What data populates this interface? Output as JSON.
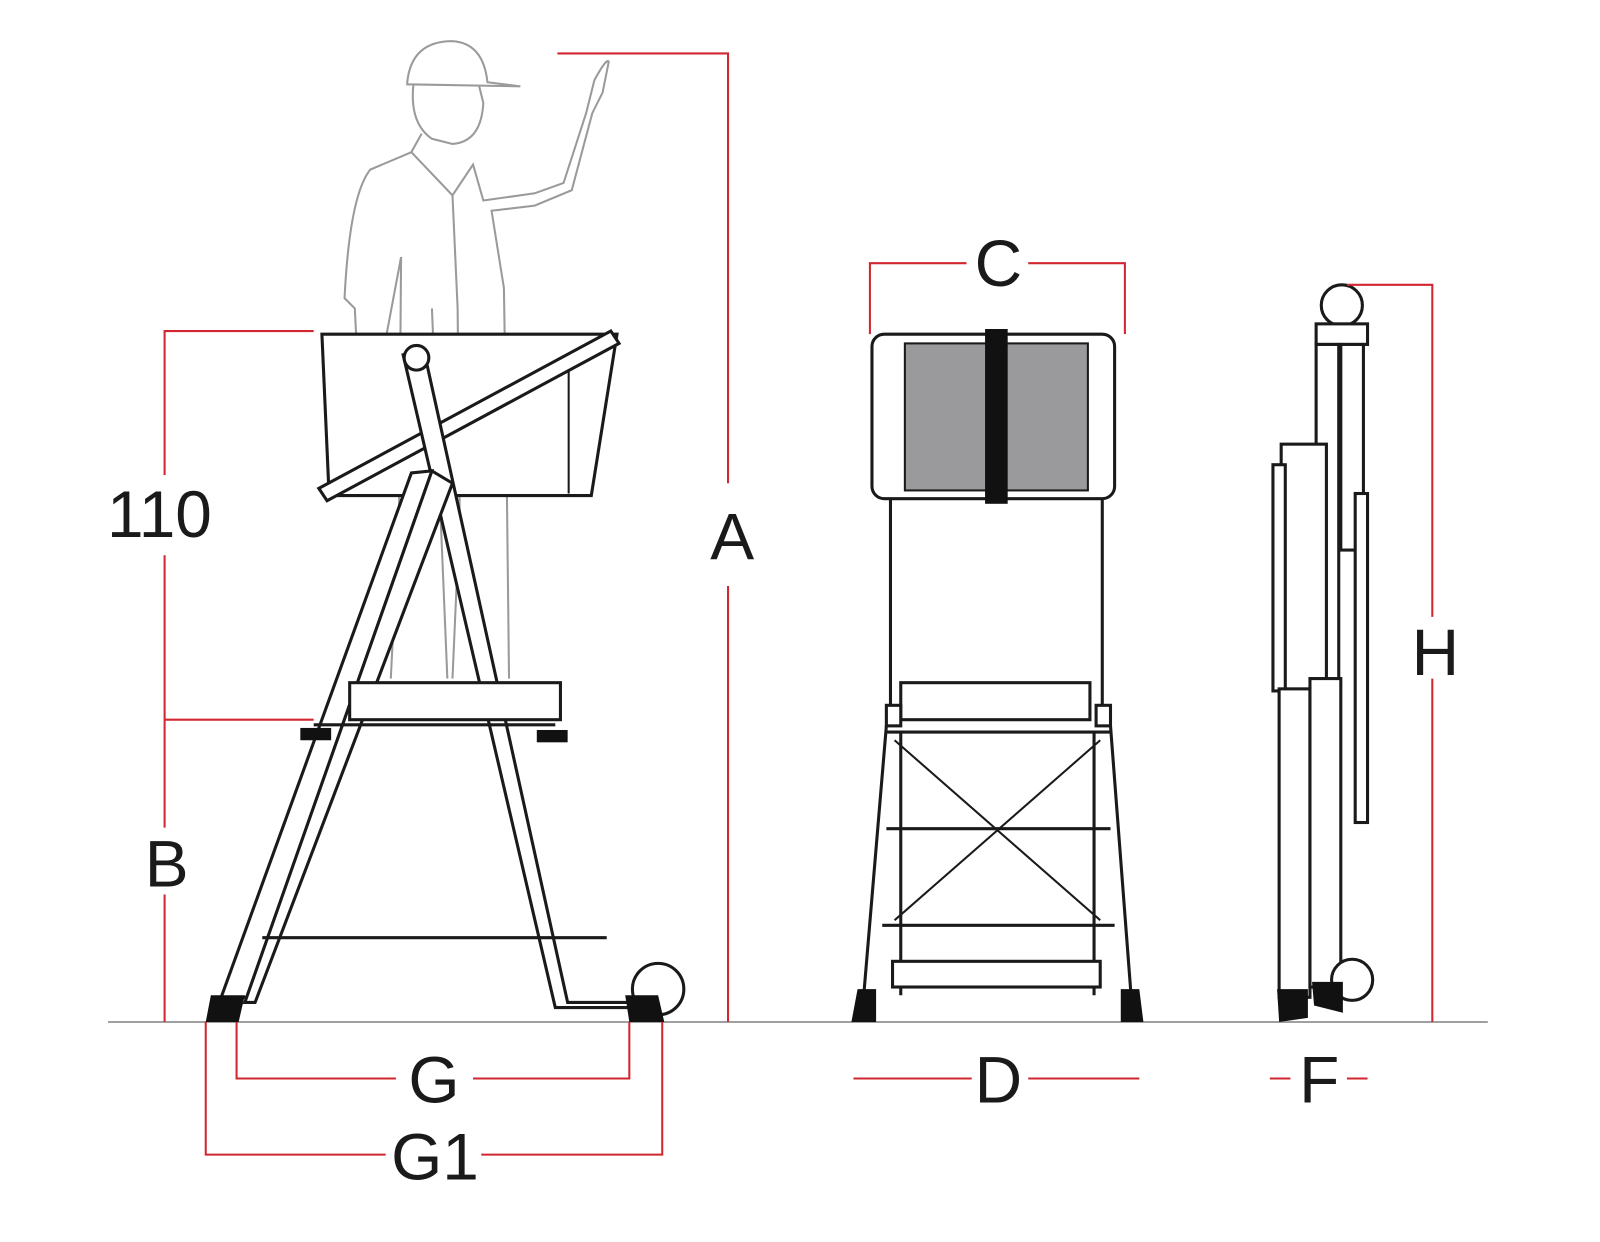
{
  "diagram": {
    "labels": {
      "guardrail_height": "110",
      "A": "A",
      "B": "B",
      "C": "C",
      "D": "D",
      "F": "F",
      "G": "G",
      "G1": "G1",
      "H": "H"
    },
    "colors": {
      "dimension": "#d22630",
      "ground": "#a0a0a0",
      "person": "#9a9a9a"
    }
  }
}
